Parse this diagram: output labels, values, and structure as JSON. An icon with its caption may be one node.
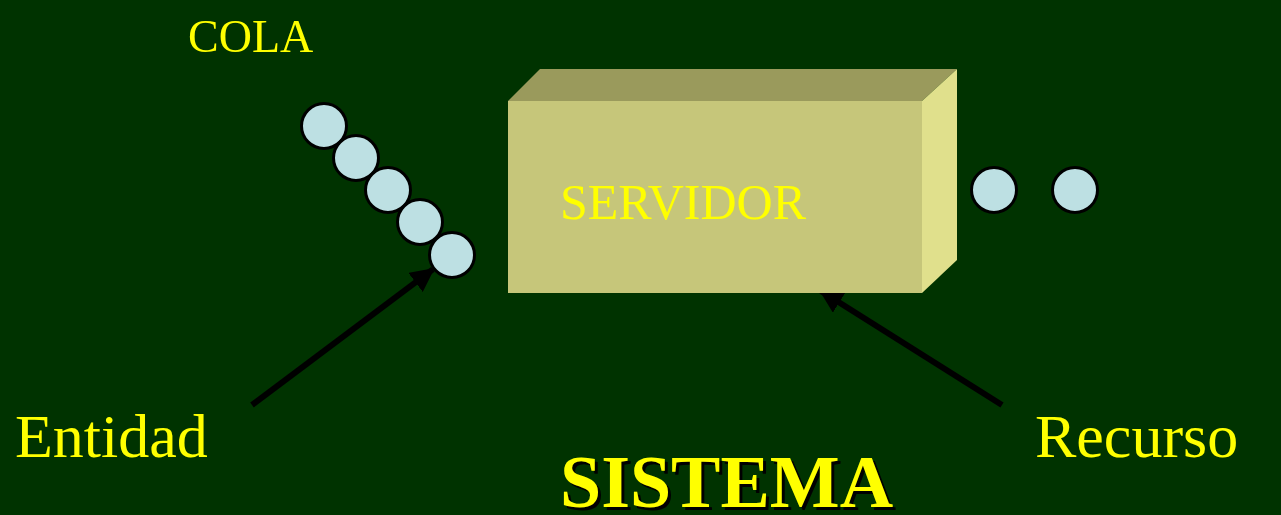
{
  "diagram": {
    "nodes": [
      {
        "text": [],
        "shape": "circle"
      },
      {
        "text": [],
        "shape": "circle"
      },
      {
        "text": [],
        "shape": "circle"
      },
      {
        "text": [],
        "shape": "circle"
      },
      {
        "text": [],
        "shape": "circle"
      },
      {
        "text": [
          "SERVIDOR"
        ]
      },
      {
        "text": [],
        "shape": "circle"
      },
      {
        "text": [],
        "shape": "circle"
      },
      {
        "text": [
          "Entidad"
        ]
      },
      {
        "text": [
          "Recurso"
        ]
      }
    ],
    "edges": [
      {
        "from": 8,
        "to": 4,
        "arrow": "to"
      },
      {
        "from": 9,
        "to": 5,
        "arrow": "to"
      }
    ],
    "labels": [
      "COLA",
      "SISTEMA"
    ]
  }
}
